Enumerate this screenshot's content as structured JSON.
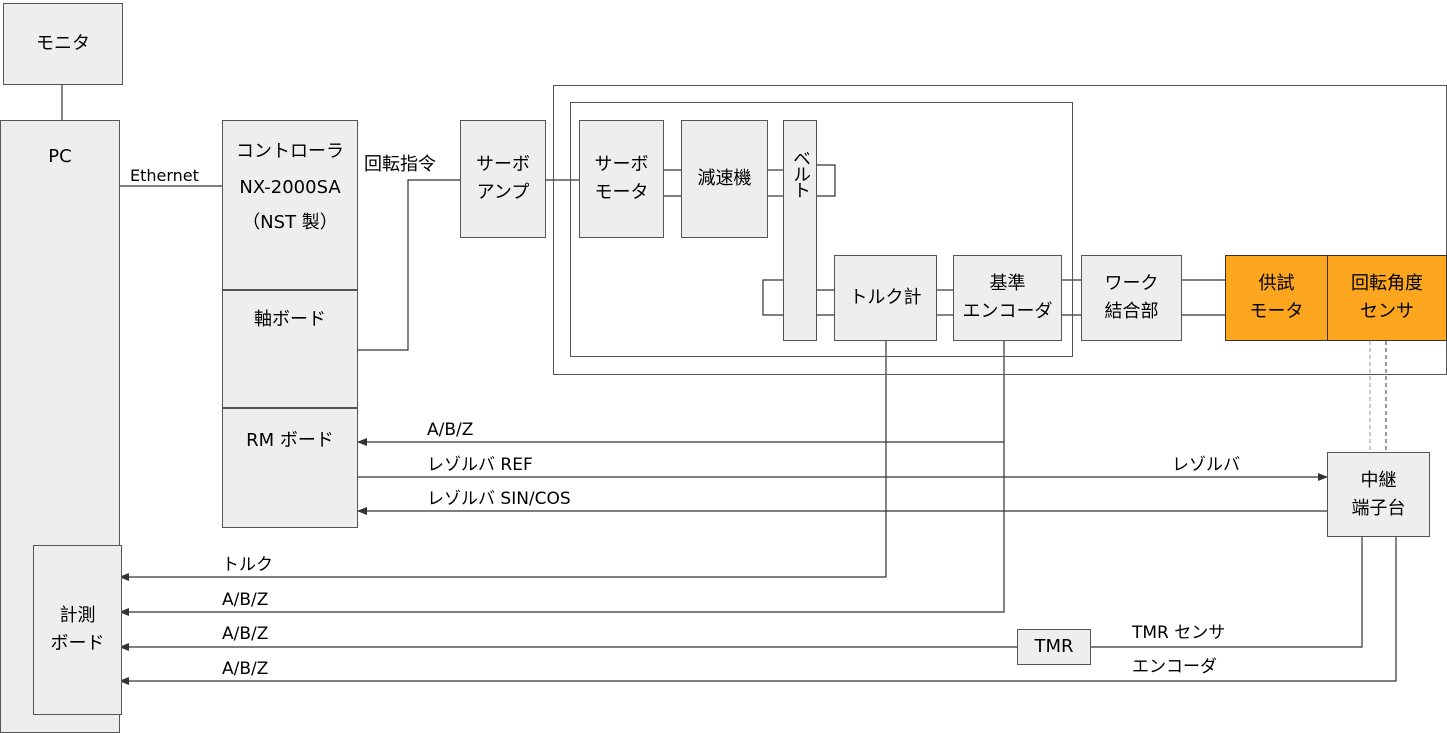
{
  "blocks": {
    "monitor": "モニタ",
    "pc": "PC",
    "controller": [
      "コントローラ",
      "NX-2000SA",
      "（NST 製）"
    ],
    "axis_board": "軸ボード",
    "rm_board": "RM ボード",
    "servo_amp": [
      "サーボ",
      "アンプ"
    ],
    "servo_motor": [
      "サーボ",
      "モータ"
    ],
    "reducer": "減速機",
    "belt": "ベルト",
    "torque_meter": "トルク計",
    "ref_encoder": [
      "基準",
      "エンコーダ"
    ],
    "work_coupling": [
      "ワーク",
      "結合部"
    ],
    "test_motor": [
      "供試",
      "モータ"
    ],
    "angle_sensor": [
      "回転角度",
      "センサ"
    ],
    "relay_terminal": [
      "中継",
      "端子台"
    ],
    "measure_board": [
      "計測",
      "ボード"
    ],
    "tmr": "TMR"
  },
  "signals": {
    "ethernet": "Ethernet",
    "rotation_command": "回転指令",
    "abz_rm": "A/B/Z",
    "resolver_ref": "レゾルバ REF",
    "resolver": "レゾルバ",
    "resolver_sincos": "レゾルバ SIN/COS",
    "torque": "トルク",
    "abz_1": "A/B/Z",
    "abz_2": "A/B/Z",
    "abz_3": "A/B/Z",
    "tmr_sensor": "TMR センサ",
    "encoder": "エンコーダ"
  },
  "colors": {
    "highlight": "#fca61f",
    "block_fill": "#eeeeee",
    "line": "#333333"
  }
}
